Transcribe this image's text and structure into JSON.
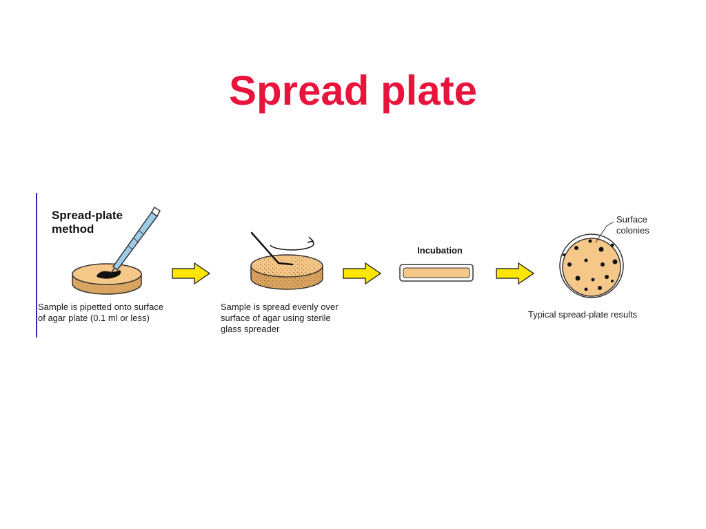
{
  "slide": {
    "title": "Spread plate"
  },
  "figure": {
    "heading": [
      "Spread-plate",
      "method"
    ],
    "steps": [
      {
        "caption": [
          "Sample is pipetted onto surface",
          "of agar plate (0.1 ml or less)"
        ]
      },
      {
        "caption": [
          "Sample is spread evenly over",
          "surface of agar using sterile",
          "glass spreader"
        ]
      },
      {
        "label": "Incubation"
      },
      {
        "caption": [
          "Typical spread-plate results"
        ],
        "callout": [
          "Surface",
          "colonies"
        ]
      }
    ]
  },
  "colors": {
    "title": "#e8143c",
    "rule": "#2a2ab0",
    "agar": "#f5c88a",
    "agar_dark": "#d9a460",
    "arrow_fill": "#ffe600",
    "arrow_stroke": "#333333",
    "pipette": "#9ecbe6",
    "colony": "#111111"
  },
  "icons": [
    "pipette-icon",
    "spreader-icon",
    "rotation-arrow-icon",
    "right-arrow-icon",
    "petri-dish-icon"
  ]
}
